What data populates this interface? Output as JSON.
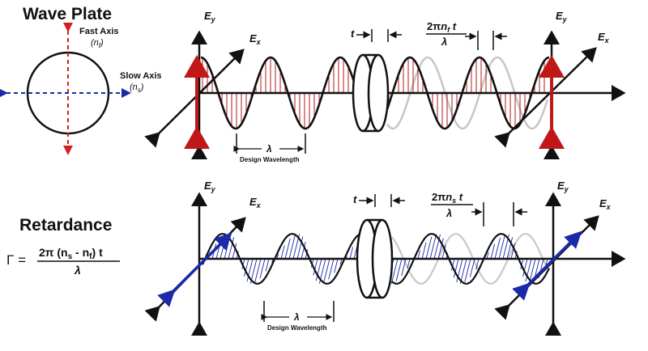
{
  "titles": {
    "wave_plate": "Wave Plate",
    "retardance": "Retardance"
  },
  "axes": {
    "fast_axis": "Fast Axis",
    "fast_axis_symbol": "(n",
    "fast_axis_sub": "f",
    "slow_axis": "Slow Axis",
    "slow_axis_symbol": "(n",
    "slow_axis_sub": "s",
    "close_paren": ")",
    "ey_main": "E",
    "ey_sub": "y",
    "ex_main": "E",
    "ex_sub": "x"
  },
  "labels": {
    "thickness": "t",
    "lambda": "λ",
    "design_wavelength": "Design Wavelength",
    "phase_top_prefix": "2π",
    "phase_top_n": "n",
    "phase_top_sub": "f",
    "phase_top_t": " t",
    "phase_bottom_prefix": "2π",
    "phase_bottom_n": "n",
    "phase_bottom_sub": "s",
    "phase_bottom_t": " t"
  },
  "formula": {
    "gamma": "Γ =",
    "numerator": "2π (n",
    "num_sub_s": "s",
    "num_mid": " - n",
    "num_sub_f": "f",
    "num_end": ") t",
    "denominator": "λ"
  },
  "colors": {
    "black": "#111111",
    "red": "#d42020",
    "blue": "#1b2aa8",
    "dark_red_fill": "#b11a1a",
    "gray": "#9a9a9a",
    "light_gray": "#c8c8c8"
  }
}
